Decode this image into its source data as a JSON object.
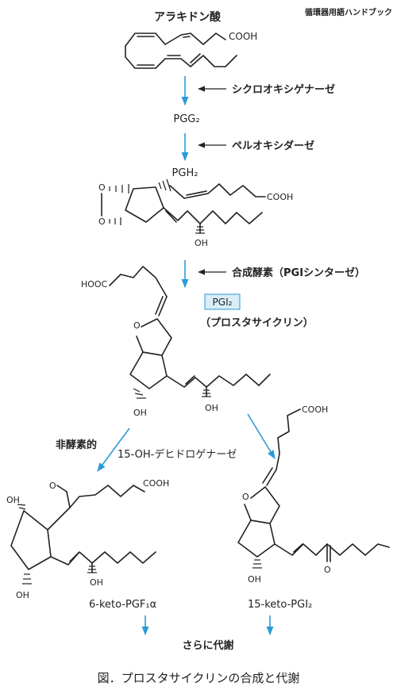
{
  "header": {
    "source": "循環器用語ハンドブック"
  },
  "molecules": {
    "arachidonic_acid": {
      "name": "アラキドン酸",
      "cooh": "COOH"
    },
    "pgg2": {
      "name": "PGG₂"
    },
    "pgh2": {
      "name": "PGH₂",
      "o_upper": "O",
      "o_lower": "O",
      "cooh": "COOH",
      "oh": "OH"
    },
    "pgi2": {
      "name": "PGI₂",
      "alias": "（プロスタサイクリン）",
      "hooc": "HOOC",
      "ring_o": "O",
      "oh_ring": "OH",
      "oh_chain": "OH"
    },
    "keto_pgf1a": {
      "name": "6-keto-PGF₁α",
      "keto_o": "O",
      "cooh": "COOH",
      "oh_top": "OH",
      "oh_bottom": "OH",
      "oh_chain": "OH"
    },
    "keto_pgi2": {
      "name": "15-keto-PGI₂",
      "cooh": "COOH",
      "ring_o": "O",
      "oh_ring": "OH",
      "keto_o": "O"
    }
  },
  "enzymes": {
    "cyclooxygenase": "シクロオキシゲナーゼ",
    "peroxidase": "ペルオキシダーゼ",
    "synthase": "合成酵素（PGIシンターゼ）",
    "non_enzymatic": "非酵素的",
    "dehydrogenase": "15-OH-デヒドロゲナーゼ"
  },
  "footer": {
    "further_metabolism": "さらに代謝",
    "caption": "図．プロスタサイクリンの合成と代謝"
  },
  "colors": {
    "arrow_blue": "#2a9bd8",
    "pgi2_box_fill": "#d9eef9",
    "pgi2_box_stroke": "#2a9bd8"
  }
}
